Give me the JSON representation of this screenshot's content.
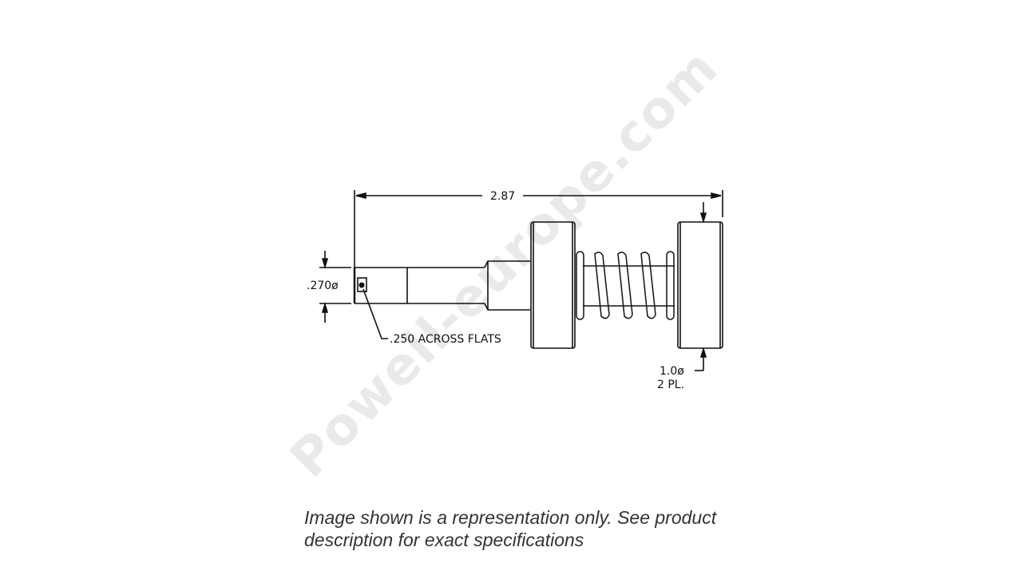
{
  "watermark": {
    "text": "Powell-europe.com"
  },
  "drawing": {
    "overall_length": "2.87",
    "shaft_diameter": ".270ø",
    "flats_note": ".250 ACROSS FLATS",
    "wheel_diameter": "1.0ø",
    "wheel_quantity": "2 PL."
  },
  "caption": {
    "line1": "Image shown is a representation only. See product",
    "line2": "description for exact specifications"
  }
}
